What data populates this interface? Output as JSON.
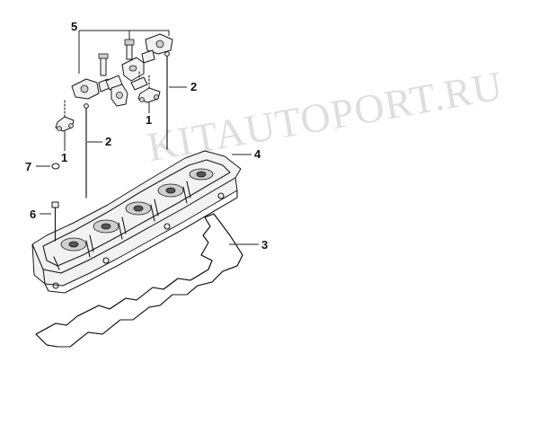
{
  "watermark": "KITAUTOPORT.RU",
  "callouts": {
    "c1_left": "1",
    "c1_right": "1",
    "c2_left": "2",
    "c2_right": "2",
    "c3": "3",
    "c4": "4",
    "c5": "5",
    "c6": "6",
    "c7": "7"
  }
}
